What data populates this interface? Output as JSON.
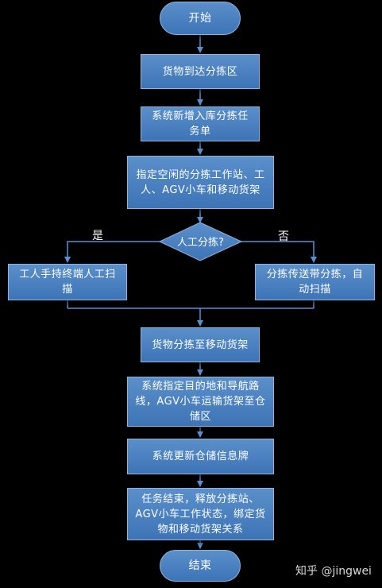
{
  "flowchart": {
    "start": "开始",
    "step1": "货物到达分拣区",
    "step2": "系统新增入库分拣任务单",
    "step3": "指定空闲的分拣工作站、工人、AGV小车和移动货架",
    "decision": "人工分拣?",
    "yes_label": "是",
    "no_label": "否",
    "yes_branch": "工人手持终端人工扫描",
    "no_branch": "分拣传送带分拣，自动扫描",
    "step4": "货物分拣至移动货架",
    "step5": "系统指定目的地和导航路线，AGV小车运输货架至仓储区",
    "step6": "系统更新仓储信息牌",
    "step7": "任务结束，释放分拣站、AGV小车工作状态，绑定货物和移动货架关系",
    "end": "结束"
  },
  "watermark": "知乎 @jingwei",
  "colors": {
    "node_fill": "#4a82c2",
    "node_border": "#8fb3d9",
    "connector": "#5b8fcf",
    "background": "#000000"
  }
}
